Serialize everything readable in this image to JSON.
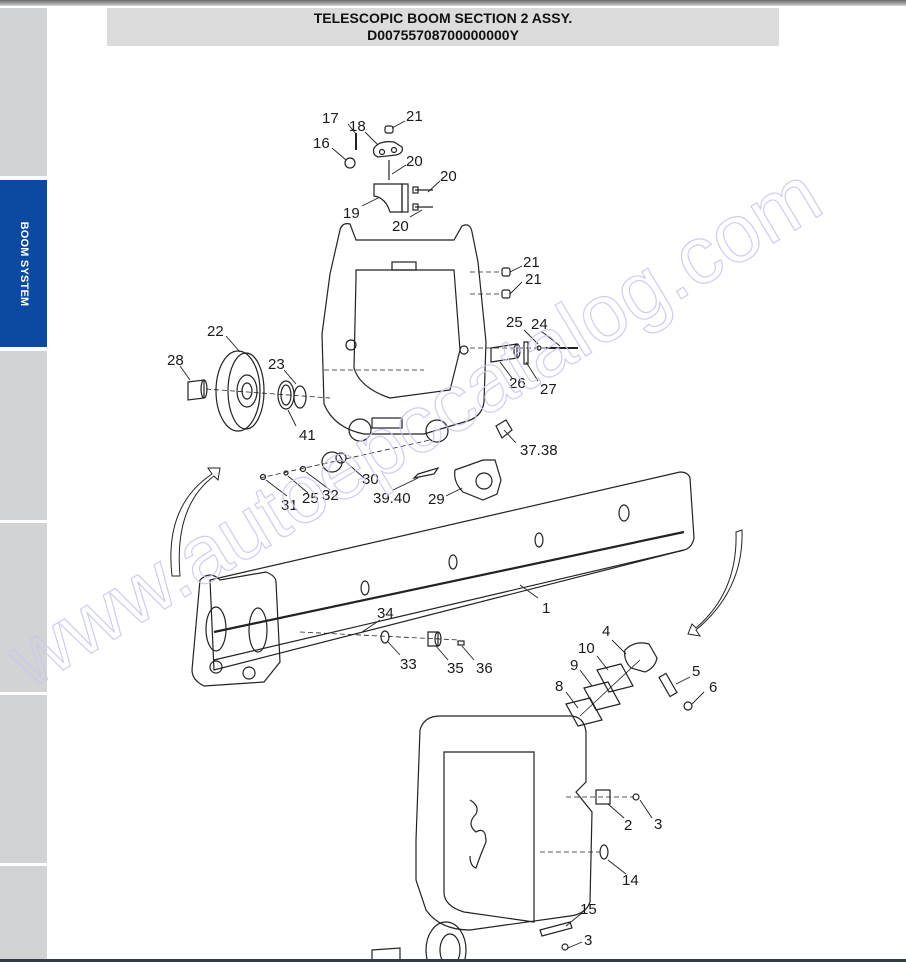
{
  "header": {
    "title_line1": "TELESCOPIC BOOM SECTION 2 ASSY.",
    "title_line2": "D00755708700000000Y"
  },
  "sidebar": {
    "tabs": [
      {
        "label": "",
        "active": false
      },
      {
        "label": "BOOM SYSTEM",
        "active": true
      },
      {
        "label": "",
        "active": false
      },
      {
        "label": "",
        "active": false
      },
      {
        "label": "",
        "active": false
      },
      {
        "label": "",
        "active": false
      }
    ],
    "active_color": "#0b4aa0",
    "inactive_color": "#d2d3d5"
  },
  "watermark": {
    "text": "www.autoepccatalog.com",
    "color": "#c8c8f0"
  },
  "diagram": {
    "callouts": [
      {
        "id": "c17",
        "label": "17"
      },
      {
        "id": "c18",
        "label": "18"
      },
      {
        "id": "c21a",
        "label": "21"
      },
      {
        "id": "c16",
        "label": "16"
      },
      {
        "id": "c20a",
        "label": "20"
      },
      {
        "id": "c20b",
        "label": "20"
      },
      {
        "id": "c19",
        "label": "19"
      },
      {
        "id": "c20c",
        "label": "20"
      },
      {
        "id": "c21b",
        "label": "21"
      },
      {
        "id": "c21c",
        "label": "21"
      },
      {
        "id": "c25a",
        "label": "25"
      },
      {
        "id": "c24",
        "label": "24"
      },
      {
        "id": "c22",
        "label": "22"
      },
      {
        "id": "c28",
        "label": "28"
      },
      {
        "id": "c23",
        "label": "23"
      },
      {
        "id": "c26",
        "label": "26"
      },
      {
        "id": "c27",
        "label": "27"
      },
      {
        "id": "c41",
        "label": "41"
      },
      {
        "id": "c3738",
        "label": "37.38"
      },
      {
        "id": "c30",
        "label": "30"
      },
      {
        "id": "c31",
        "label": "31"
      },
      {
        "id": "c25b",
        "label": "25"
      },
      {
        "id": "c32",
        "label": "32"
      },
      {
        "id": "c3940",
        "label": "39.40"
      },
      {
        "id": "c29",
        "label": "29"
      },
      {
        "id": "c1",
        "label": "1"
      },
      {
        "id": "c34",
        "label": "34"
      },
      {
        "id": "c33",
        "label": "33"
      },
      {
        "id": "c35",
        "label": "35"
      },
      {
        "id": "c36",
        "label": "36"
      },
      {
        "id": "c4",
        "label": "4"
      },
      {
        "id": "c10",
        "label": "10"
      },
      {
        "id": "c9",
        "label": "9"
      },
      {
        "id": "c5",
        "label": "5"
      },
      {
        "id": "c6",
        "label": "6"
      },
      {
        "id": "c8",
        "label": "8"
      },
      {
        "id": "c2",
        "label": "2"
      },
      {
        "id": "c3a",
        "label": "3"
      },
      {
        "id": "c14",
        "label": "14"
      },
      {
        "id": "c15",
        "label": "15"
      },
      {
        "id": "c3b",
        "label": "3"
      }
    ]
  }
}
